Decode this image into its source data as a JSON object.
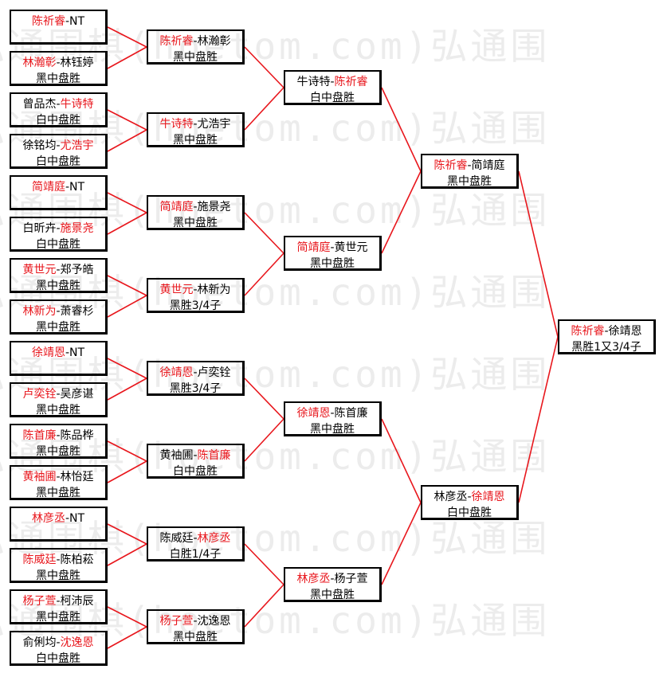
{
  "watermark": "弘通围棋(hoetom.com)弘通围",
  "colors": {
    "winner_text": "#e8161c",
    "line": "#e8161c",
    "box_border": "#000000"
  },
  "r1": [
    {
      "n1": "陈祈睿",
      "sep": "-",
      "n2": "NT",
      "res": ""
    },
    {
      "n1": "林瀚彰",
      "sep": "-",
      "n2": "林钰婷",
      "res": "黑中盘胜"
    },
    {
      "n1": "曾品杰",
      "sep": "-",
      "n2": "牛诗特",
      "res": "白中盘胜"
    },
    {
      "n1": "徐铭均",
      "sep": "-",
      "n2": "尤浩宇",
      "res": "白中盘胜"
    },
    {
      "n1": "简靖庭",
      "sep": "-",
      "n2": "NT",
      "res": ""
    },
    {
      "n1": "白昕卉",
      "sep": "-",
      "n2": "施景尧",
      "res": "白中盘胜"
    },
    {
      "n1": "黄世元",
      "sep": "-",
      "n2": "郑予皓",
      "res": "黑中盘胜"
    },
    {
      "n1": "林新为",
      "sep": "-",
      "n2": "萧睿杉",
      "res": "黑中盘胜"
    },
    {
      "n1": "徐靖恩",
      "sep": "-",
      "n2": "NT",
      "res": ""
    },
    {
      "n1": "卢奕铨",
      "sep": "-",
      "n2": "吴彦谌",
      "res": "黑中盘胜"
    },
    {
      "n1": "陈首廉",
      "sep": "-",
      "n2": "陈品桦",
      "res": "黑中盘胜"
    },
    {
      "n1": "黄袖圃",
      "sep": "-",
      "n2": "林怡廷",
      "res": "黑中盘胜"
    },
    {
      "n1": "林彦丞",
      "sep": "-",
      "n2": "NT",
      "res": ""
    },
    {
      "n1": "陈威廷",
      "sep": "-",
      "n2": "陈柏菘",
      "res": "黑中盘胜"
    },
    {
      "n1": "杨子萱",
      "sep": "-",
      "n2": "柯沛辰",
      "res": "黑中盘胜"
    },
    {
      "n1": "俞俐均",
      "sep": "-",
      "n2": "沈逸恩",
      "res": "白中盘胜"
    }
  ],
  "r2": [
    {
      "n1": "陈祈睿",
      "sep": "-",
      "n2": "林瀚彰",
      "res": "黑中盘胜"
    },
    {
      "n1": "牛诗特",
      "sep": "-",
      "n2": "尤浩宇",
      "res": "黑中盘胜"
    },
    {
      "n1": "简靖庭",
      "sep": "-",
      "n2": "施景尧",
      "res": "黑中盘胜"
    },
    {
      "n1": "黄世元",
      "sep": "-",
      "n2": "林新为",
      "res": "黑胜3/4子"
    },
    {
      "n1": "徐靖恩",
      "sep": "-",
      "n2": "卢奕铨",
      "res": "黑胜3/4子"
    },
    {
      "n1": "黄袖圃",
      "sep": "-",
      "n2": "陈首廉",
      "res": "白中盘胜"
    },
    {
      "n1": "陈威廷",
      "sep": "-",
      "n2": "林彦丞",
      "res": "白胜1/4子"
    },
    {
      "n1": "杨子萱",
      "sep": "-",
      "n2": "沈逸恩",
      "res": "黑中盘胜"
    }
  ],
  "r3": [
    {
      "n1": "牛诗特",
      "sep": "-",
      "n2": "陈祈睿",
      "res": "白中盘胜"
    },
    {
      "n1": "简靖庭",
      "sep": "-",
      "n2": "黄世元",
      "res": "黑中盘胜"
    },
    {
      "n1": "徐靖恩",
      "sep": "-",
      "n2": "陈首廉",
      "res": "黑中盘胜"
    },
    {
      "n1": "林彦丞",
      "sep": "-",
      "n2": "杨子萱",
      "res": "黑中盘胜"
    }
  ],
  "r4": [
    {
      "n1": "陈祈睿",
      "sep": "-",
      "n2": "简靖庭",
      "res": "黑中盘胜"
    },
    {
      "n1": "林彦丞",
      "sep": "-",
      "n2": "徐靖恩",
      "res": "白中盘胜"
    }
  ],
  "final": {
    "n1": "陈祈睿",
    "sep": "-",
    "n2": "徐靖恩",
    "res": "黑胜1又3/4子"
  }
}
